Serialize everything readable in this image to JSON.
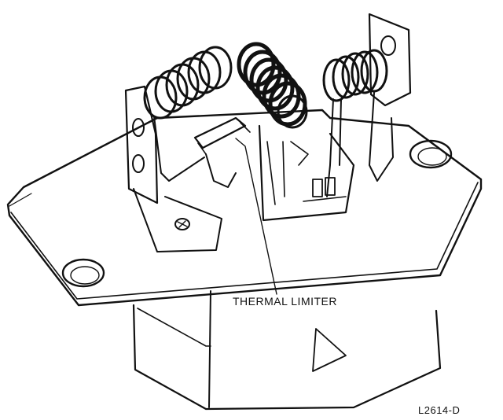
{
  "figure": {
    "subject": "blower motor resistor assembly line drawing",
    "callout_label": "THERMAL LIMITER",
    "reference_code": "L2614-D",
    "ink_color": "#111111",
    "background_color": "#ffffff"
  }
}
